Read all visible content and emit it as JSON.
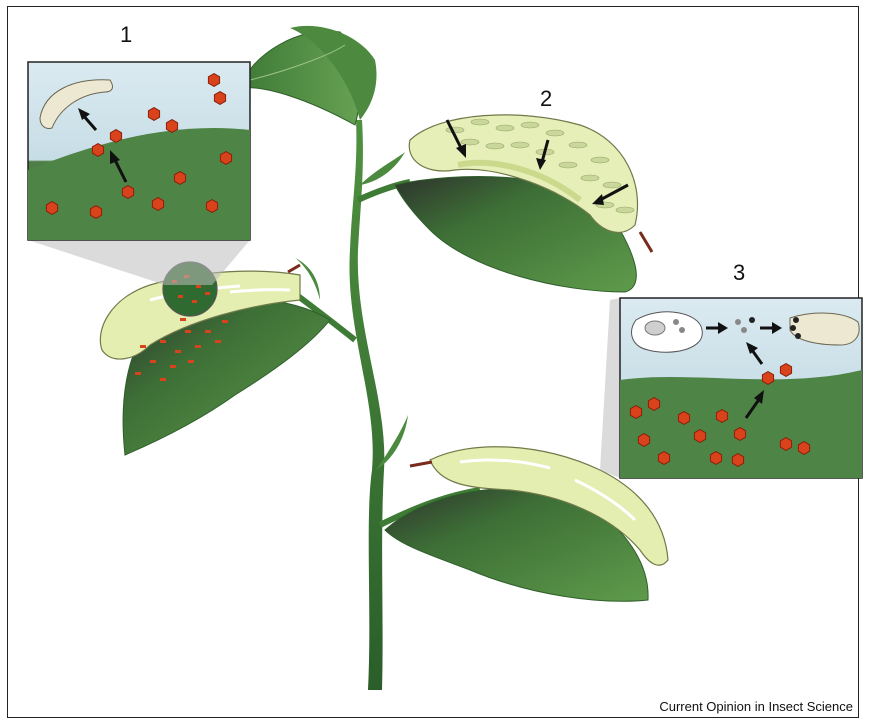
{
  "panels": [
    {
      "label": "1"
    },
    {
      "label": "2"
    },
    {
      "label": "3"
    }
  ],
  "footer": {
    "credit": "Current Opinion in Insect Science"
  },
  "colors": {
    "leaf": "#3f7d35",
    "leaf_dark": "#2a2f2a",
    "stem": "#3a7a33",
    "caterpillar": "#e3eeb0",
    "caterpillar_stroke": "#6f7a4a",
    "molecule": "#d8431b",
    "inset_sky": "#d7e8ef",
    "arrow": "#111111"
  }
}
